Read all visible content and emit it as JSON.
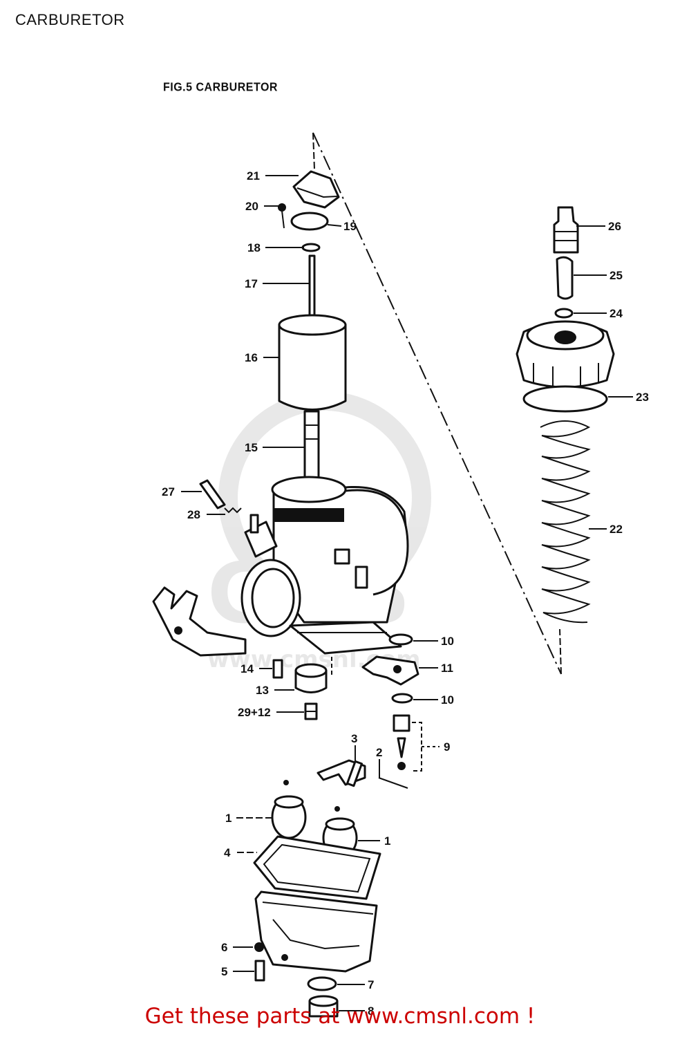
{
  "page": {
    "title": "CARBURETOR"
  },
  "figure": {
    "caption": "FIG.5  CARBURETOR"
  },
  "watermark": {
    "logo_text": "CMS",
    "url_text": "www.cmsnl.com"
  },
  "callouts": {
    "c1a": "1",
    "c1b": "1",
    "c2": "2",
    "c3": "3",
    "c4": "4",
    "c5": "5",
    "c6": "6",
    "c7": "7",
    "c8": "8",
    "c9": "9",
    "c10a": "10",
    "c10b": "10",
    "c11": "11",
    "c12": "29+12",
    "c13": "13",
    "c14": "14",
    "c15": "15",
    "c16": "16",
    "c17": "17",
    "c18": "18",
    "c19": "19",
    "c20": "20",
    "c21": "21",
    "c22": "22",
    "c23": "23",
    "c24": "24",
    "c25": "25",
    "c26": "26",
    "c27": "27",
    "c28": "28"
  },
  "footer": {
    "text": "Get these parts at www.cmsnl.com !",
    "color": "#cc0000"
  }
}
